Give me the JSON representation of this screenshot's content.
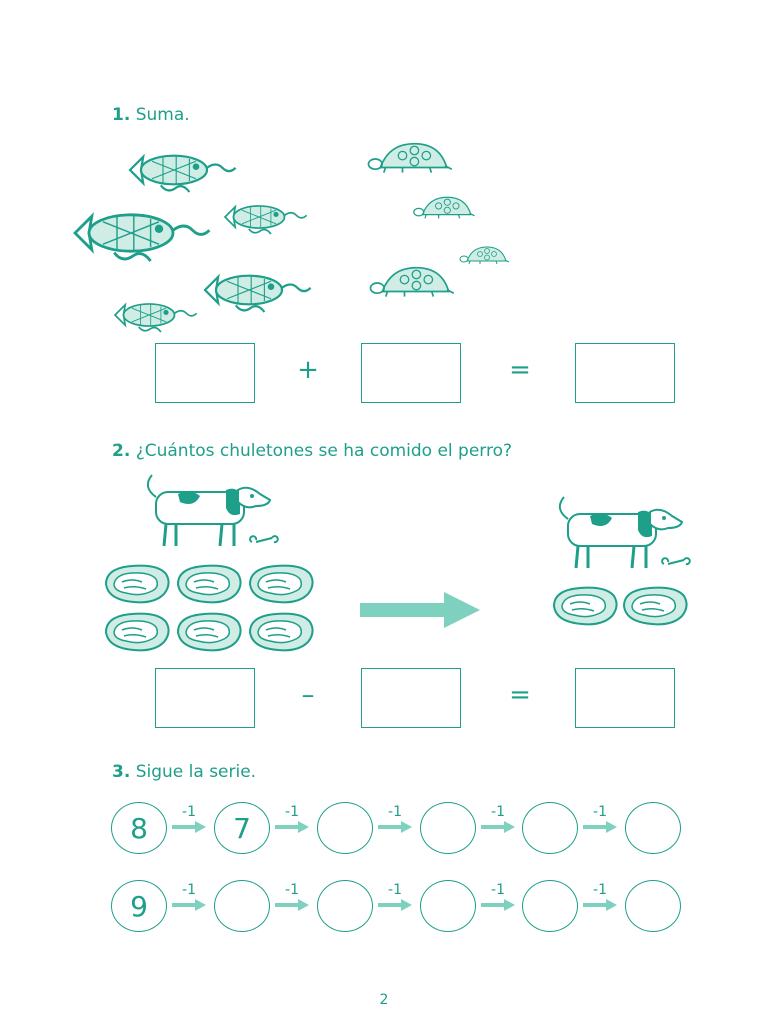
{
  "exercise1": {
    "number": "1.",
    "text": "Suma.",
    "operator": "+",
    "equals": "="
  },
  "exercise2": {
    "number": "2.",
    "text": "¿Cuántos chuletones se ha comido el perro?",
    "operator": "–",
    "equals": "="
  },
  "exercise3": {
    "number": "3.",
    "text": "Sigue la serie.",
    "step_label": "-1",
    "rows": [
      {
        "cells": [
          "8",
          "7",
          "",
          "",
          "",
          ""
        ]
      },
      {
        "cells": [
          "9",
          "",
          "",
          "",
          "",
          ""
        ]
      }
    ]
  },
  "page_number": "2",
  "colors": {
    "accent": "#1e9f8a",
    "arrow": "#7fd1bf"
  }
}
